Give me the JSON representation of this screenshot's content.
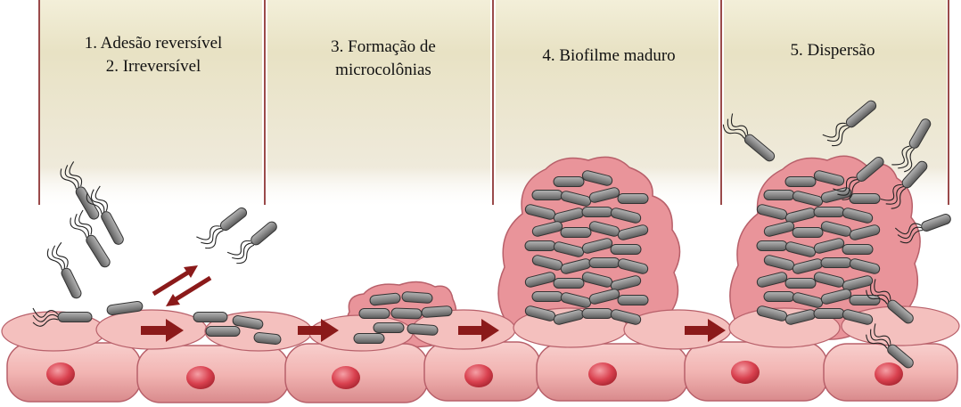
{
  "stages": [
    {
      "lines": [
        "1. Adesão reversível",
        "2. Irreversível"
      ]
    },
    {
      "lines": [
        "3. Formação de",
        "microcolônias"
      ]
    },
    {
      "lines": [
        "4. Biofilme maduro"
      ]
    },
    {
      "lines": [
        "5. Dispersão"
      ]
    }
  ],
  "colors": {
    "panel": "#e8e2c4",
    "cell_fill": "#f2b5b3",
    "cell_edge": "#b8606a",
    "nucleus": "#d9414f",
    "bacterium": "#8a8a8a",
    "matrix": "#e9949a",
    "arrow": "#8b1a1a"
  },
  "icons": {
    "bacterium": "rod-bacterium-icon",
    "arrow": "arrow-right-icon",
    "nucleus": "cell-nucleus-icon"
  }
}
